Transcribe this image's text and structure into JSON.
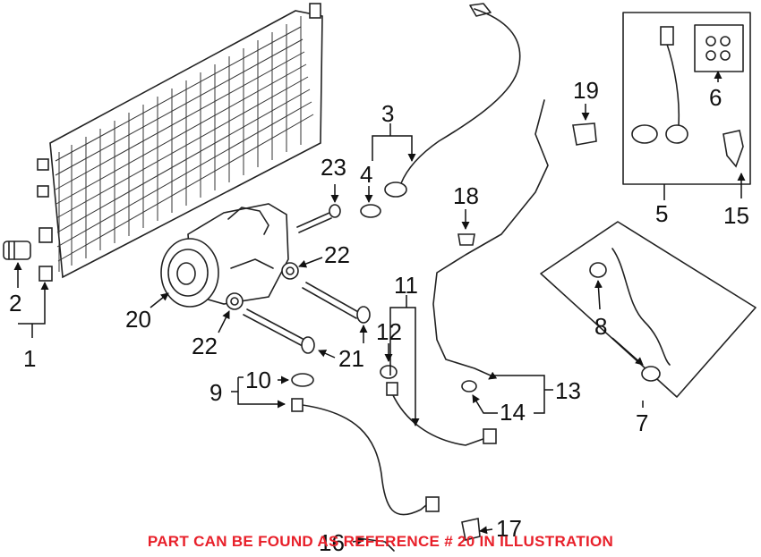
{
  "callouts": {
    "c1": "1",
    "c2": "2",
    "c3": "3",
    "c4": "4",
    "c5": "5",
    "c6": "6",
    "c7": "7",
    "c8": "8",
    "c9": "9",
    "c10": "10",
    "c11": "11",
    "c12": "12",
    "c13": "13",
    "c14": "14",
    "c15": "15",
    "c16": "16",
    "c17": "17",
    "c18": "18",
    "c19": "19",
    "c20": "20",
    "c21": "21",
    "c22a": "22",
    "c22b": "22",
    "c23": "23"
  },
  "banner": {
    "text": "PART CAN BE FOUND AS REFERENCE # 20 IN ILLUSTRATION",
    "color": "#e8202a"
  },
  "colors": {
    "line": "#222222",
    "text": "#111111",
    "background": "#ffffff"
  }
}
